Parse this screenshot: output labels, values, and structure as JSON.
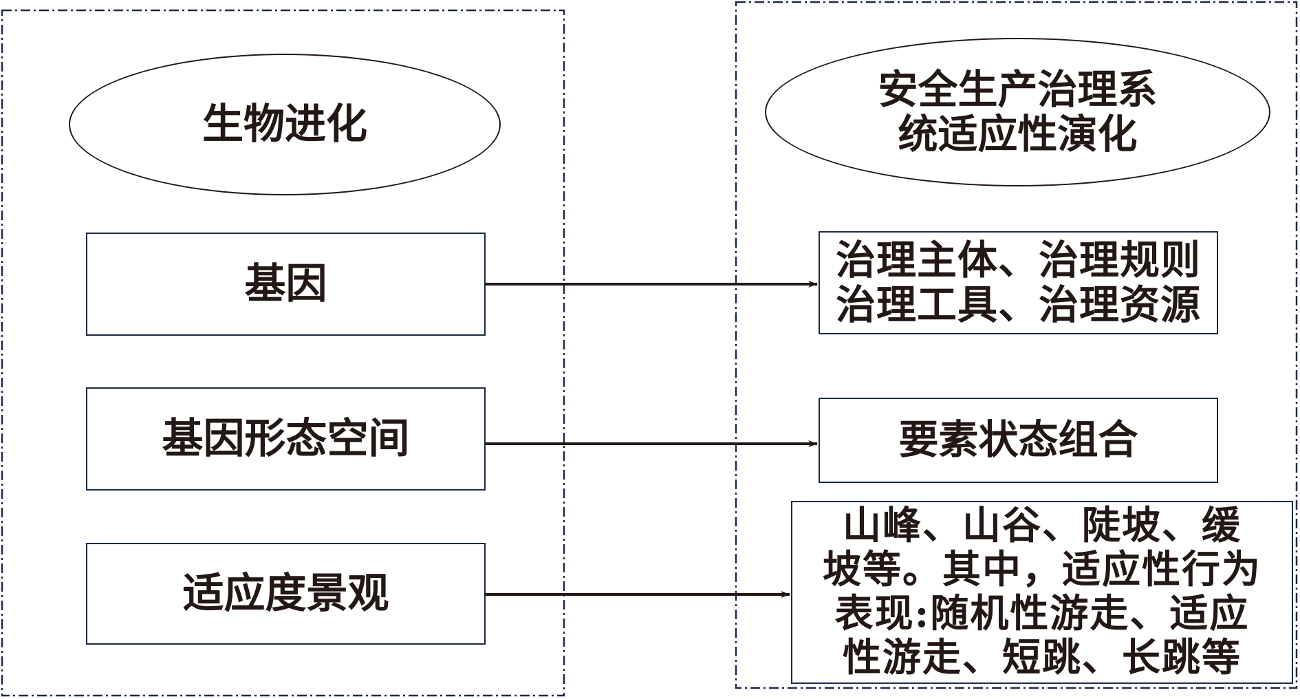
{
  "diagram": {
    "left_panel": {
      "title": "生物进化",
      "items": [
        "基因",
        "基因形态空间",
        "适应度景观"
      ]
    },
    "right_panel": {
      "title_lines": [
        "安全生产治理系",
        "统适应性演化"
      ],
      "items": [
        {
          "lines": [
            "治理主体、治理规则",
            "治理工具、治理资源"
          ]
        },
        {
          "lines": [
            "要素状态组合"
          ]
        },
        {
          "lines": [
            "山峰、山谷、陡坡、缓",
            "坡等。其中，适应性行为",
            "表现:随机性游走、适应",
            "性游走、短跳、长跳等"
          ]
        }
      ]
    },
    "connections": [
      {
        "from": "基因",
        "to": "治理主体、治理规则、治理工具、治理资源"
      },
      {
        "from": "基因形态空间",
        "to": "要素状态组合"
      },
      {
        "from": "适应度景观",
        "to": "山峰、山谷、陡坡、缓坡等"
      }
    ],
    "colors": {
      "text": "#231815",
      "box_border": "#1d2a48",
      "dashed_border": "#1d2a48",
      "arrow": "#231815"
    }
  }
}
